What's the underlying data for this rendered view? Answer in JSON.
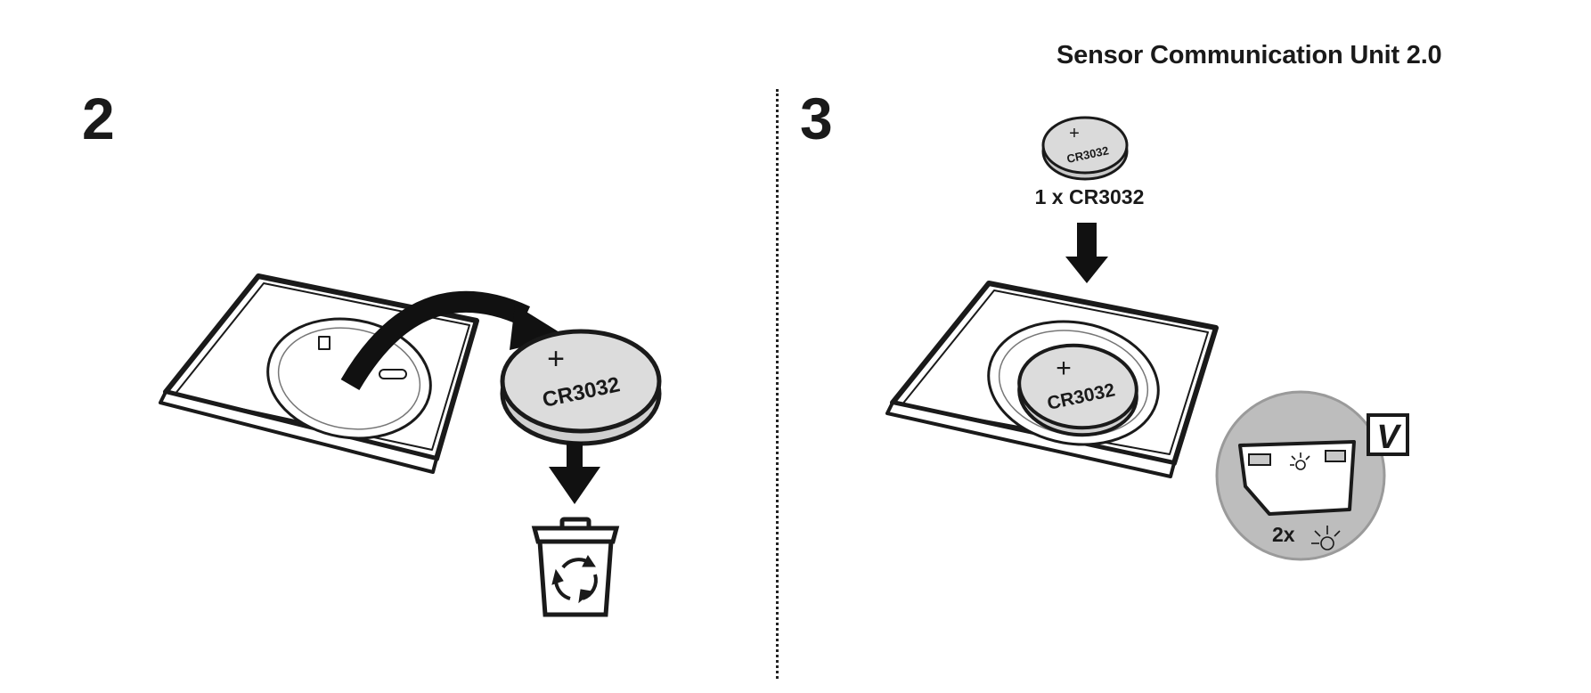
{
  "header": {
    "title": "Sensor Communication Unit 2.0"
  },
  "steps": [
    {
      "number": "2",
      "battery_label": "CR3032",
      "battery_symbol": "+"
    },
    {
      "number": "3",
      "battery_label": "CR3032",
      "battery_symbol": "+",
      "caption": "1 x CR3032",
      "indicator_caption": "2x",
      "check_mark": "V"
    }
  ],
  "icons": [
    "sensor-unit-icon",
    "coin-battery-icon",
    "recycle-bin-icon",
    "down-arrow-icon",
    "curved-arrow-icon",
    "led-blink-icon",
    "checkbox-icon"
  ],
  "colors": {
    "ink": "#1a1a1a",
    "battery_fill": "#d9d9d9",
    "zoom_circle": "#b8b8b8"
  }
}
